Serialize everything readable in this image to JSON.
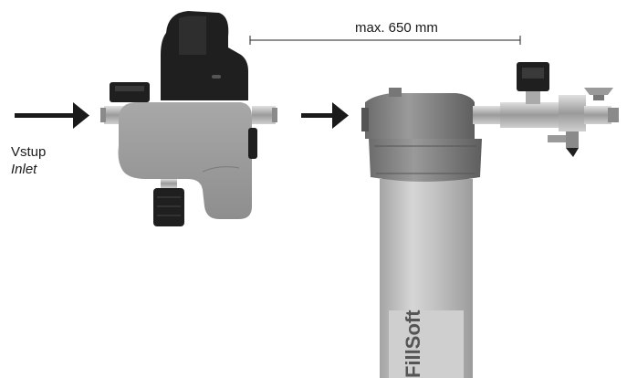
{
  "labels": {
    "inlet_cs": "Vstup",
    "inlet_en": "Inlet",
    "max_distance": "max. 650 mm"
  },
  "product": {
    "brand_text": "FillSoft"
  },
  "colors": {
    "arrow": "#1a1a1a",
    "insulation": "#9a9a9a",
    "housing_dark": "#1c1c1c",
    "filter_cap": "#808080",
    "filter_body": "#c4c4c4",
    "brass": "#b8b8b8"
  },
  "icons": {
    "inlet_arrow": "arrow-right-icon",
    "flow_arrow": "arrow-right-icon"
  }
}
